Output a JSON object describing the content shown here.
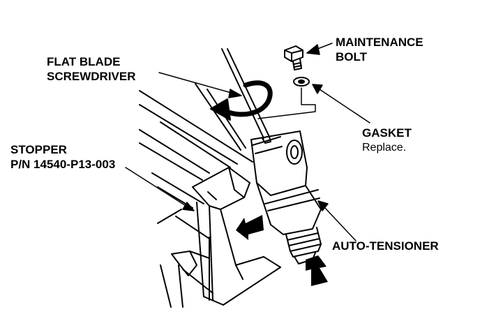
{
  "labels": {
    "maintenance_bolt": [
      "MAINTENANCE",
      "BOLT"
    ],
    "flat_blade_screwdriver": [
      "FLAT BLADE",
      "SCREWDRIVER"
    ],
    "gasket": "GASKET",
    "gasket_note": "Replace.",
    "stopper": [
      "STOPPER",
      "P/N 14540-P13-003"
    ],
    "auto_tensioner": "AUTO-TENSIONER"
  },
  "colors": {
    "ink": "#000000",
    "paper": "#ffffff"
  }
}
